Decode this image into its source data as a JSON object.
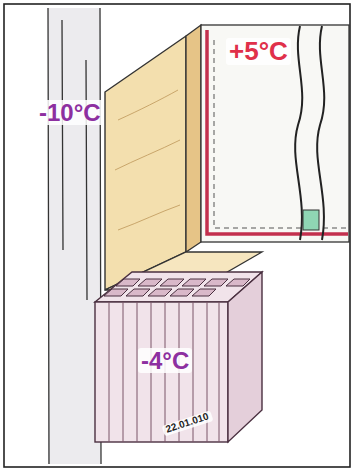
{
  "diagram": {
    "labels": [
      "+5°C",
      "-10°C",
      "-4°C",
      "22.01.010"
    ]
  }
}
